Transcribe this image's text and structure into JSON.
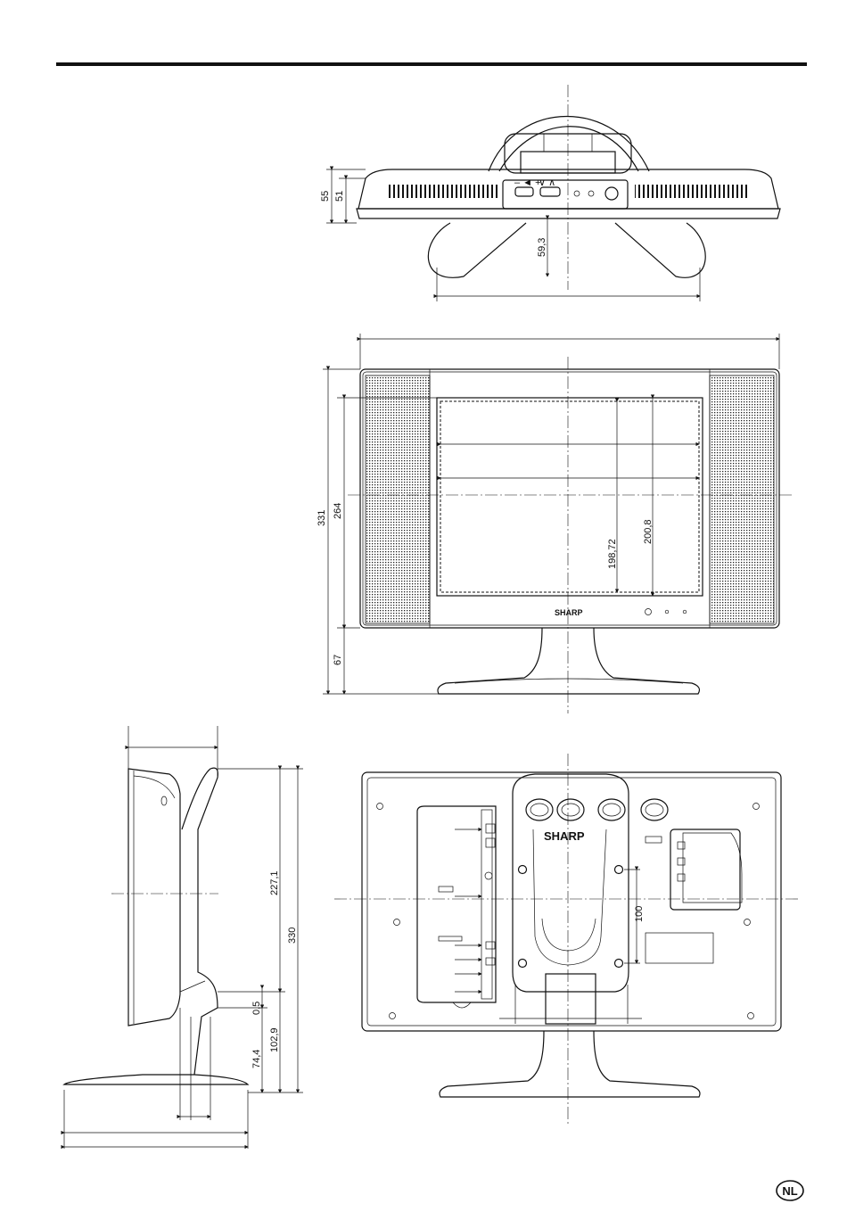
{
  "page": {
    "badge": "NL"
  },
  "top_view": {
    "dim_overall": "55",
    "dim_body": "51",
    "dim_stand": "59,3"
  },
  "front_view": {
    "dim_height": "331",
    "dim_panel": "264",
    "dim_stand": "67",
    "dim_screen_a": "198,72",
    "dim_screen_b": "200,8",
    "brand": "SHARP"
  },
  "side_view": {
    "dim_a": "227,1",
    "dim_b": "330",
    "dim_c": "0,5",
    "dim_d": "102,9",
    "dim_e": "74,4"
  },
  "rear_view": {
    "brand": "SHARP",
    "dim_mount": "100"
  }
}
